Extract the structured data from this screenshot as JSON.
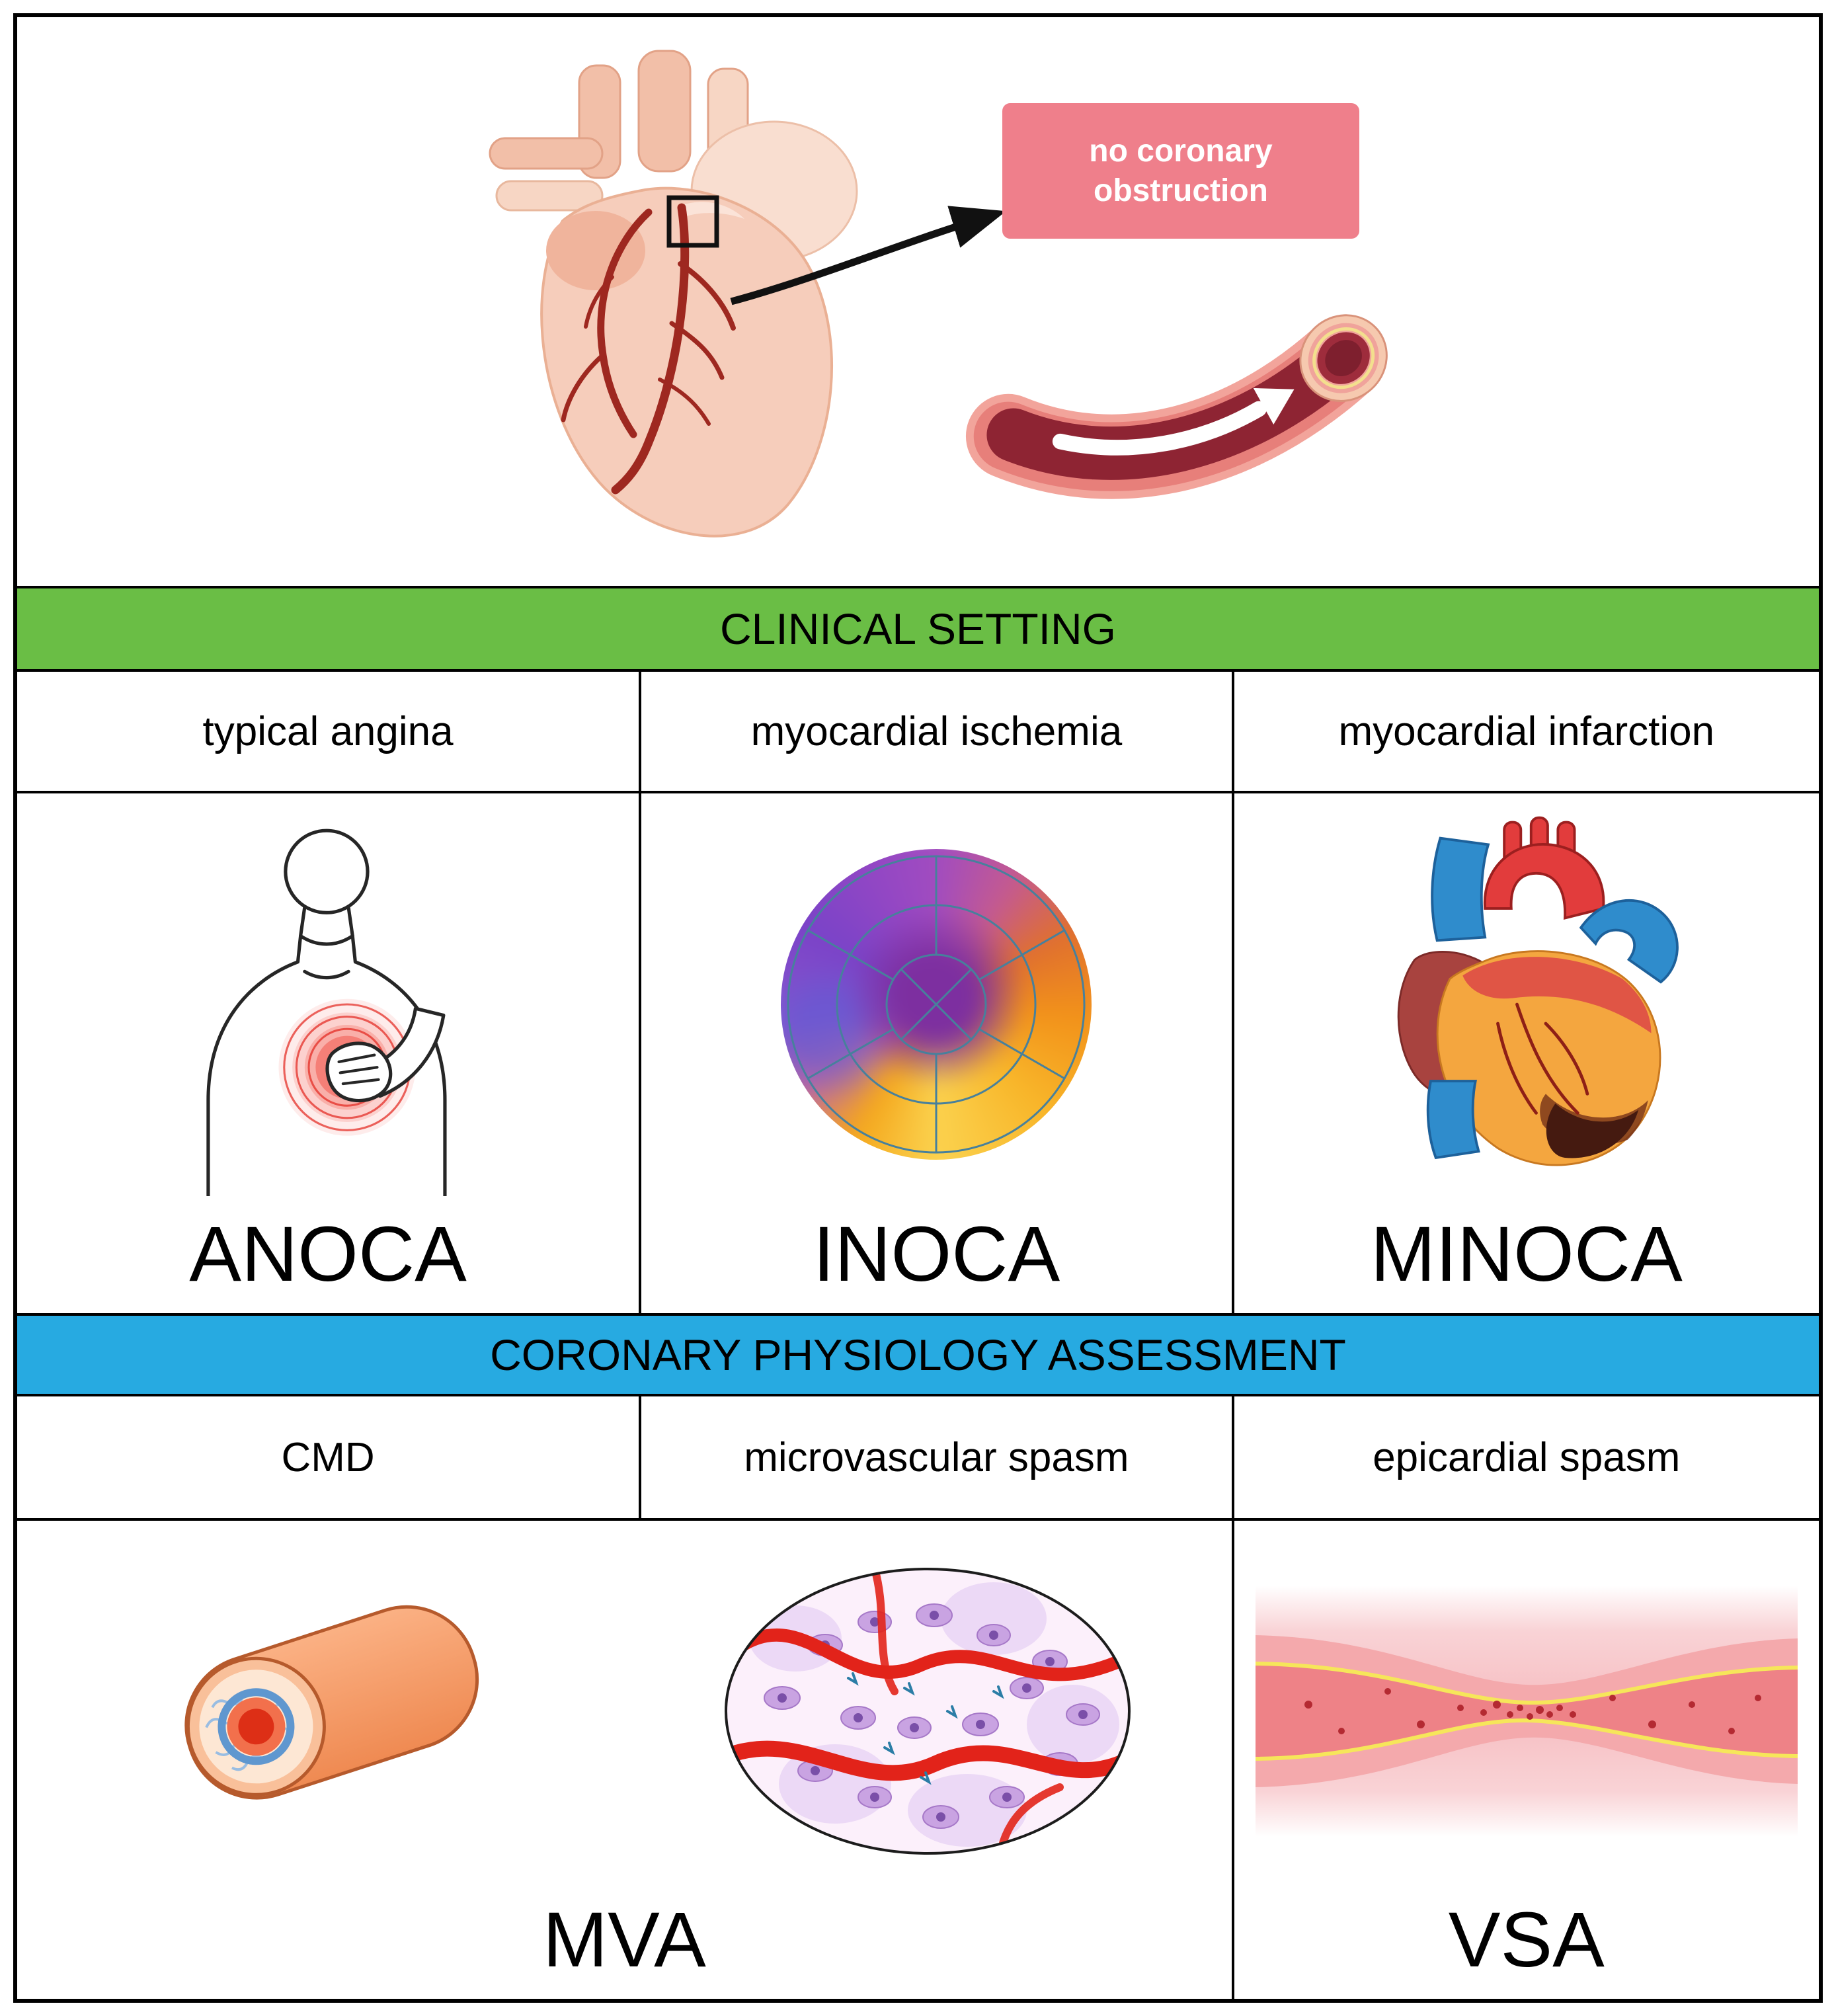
{
  "callout": {
    "text": "no coronary obstruction"
  },
  "banners": {
    "clinical": "CLINICAL SETTING",
    "physiology": "CORONARY PHYSIOLOGY ASSESSMENT"
  },
  "clinical_columns": [
    {
      "setting": "typical angina",
      "acronym": "ANOCA"
    },
    {
      "setting": "myocardial ischemia",
      "acronym": "INOCA"
    },
    {
      "setting": "myocardial infarction",
      "acronym": "MINOCA"
    }
  ],
  "physiology_columns": [
    {
      "mechanism": "CMD"
    },
    {
      "mechanism": "microvascular spasm"
    },
    {
      "mechanism": "epicardial spasm"
    }
  ],
  "physiology_groups": [
    {
      "acronym": "MVA"
    },
    {
      "acronym": "VSA"
    }
  ],
  "colors": {
    "clinical_banner_bg": "#6abe45",
    "physiology_banner_bg": "#27aae1",
    "callout_bg": "#ef7f8b",
    "border": "#000000"
  },
  "illustrations": {
    "heart_overview": "anatomical heart with coronary arteries and zoom box",
    "open_artery": "patent coronary artery with flow arrow",
    "chest_pain": "person clutching chest with radiating pain",
    "perfusion_map": "myocardial perfusion polar map",
    "infarcted_heart": "heart with infarcted myocardium",
    "microvessel_cross_section": "coronary microvessel cross-section",
    "microvasculature_histology": "myocardial microvasculature histology",
    "spasm_vessel": "epicardial artery with focal spasm"
  }
}
